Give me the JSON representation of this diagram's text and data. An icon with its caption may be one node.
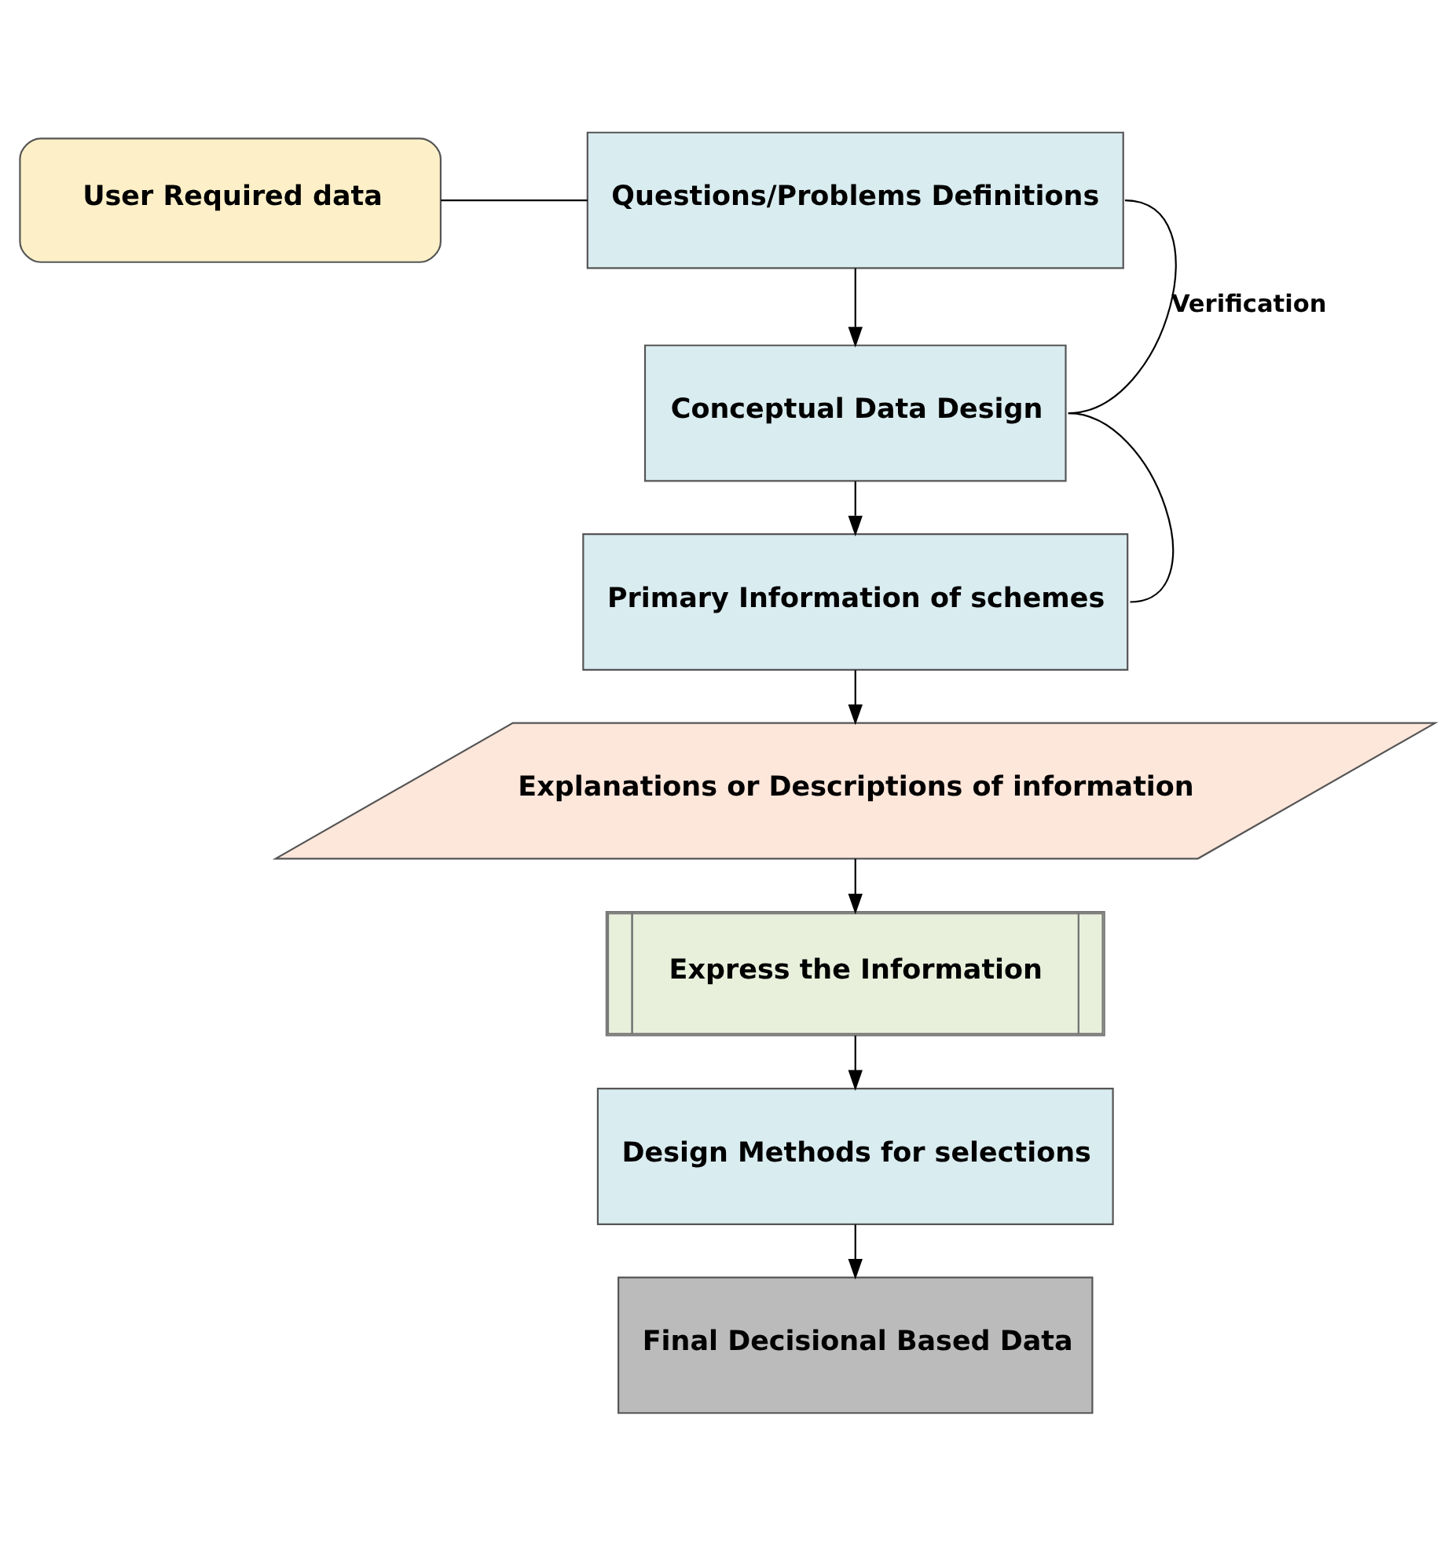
{
  "diagram": {
    "nodes": [
      {
        "text": [
          "User Required data"
        ]
      },
      {
        "text": [
          "Questions/Problems Definitions"
        ]
      },
      {
        "text": [
          "Conceptual Data Design"
        ]
      },
      {
        "text": [
          "Primary Information of schemes"
        ]
      },
      {
        "text": [
          "Explanations or Descriptions of information"
        ]
      },
      {
        "text": [
          "Express the Information"
        ]
      },
      {
        "text": [
          "Design Methods for selections"
        ]
      },
      {
        "text": [
          "Final Decisional Based Data"
        ]
      }
    ],
    "edges": [
      {
        "from": 0,
        "to": 1,
        "arrow": "none"
      },
      {
        "from": 1,
        "to": 2,
        "arrow": "to"
      },
      {
        "from": 2,
        "to": 3,
        "arrow": "to"
      },
      {
        "from": 3,
        "to": 4,
        "arrow": "to"
      },
      {
        "from": 4,
        "to": 5,
        "arrow": "to"
      },
      {
        "from": 5,
        "to": 6,
        "arrow": "to"
      },
      {
        "from": 6,
        "to": 7,
        "arrow": "to"
      },
      {
        "from": 1,
        "to": 2,
        "arrow": "none",
        "label": "Verification"
      },
      {
        "from": 2,
        "to": 3,
        "arrow": "none"
      }
    ]
  }
}
